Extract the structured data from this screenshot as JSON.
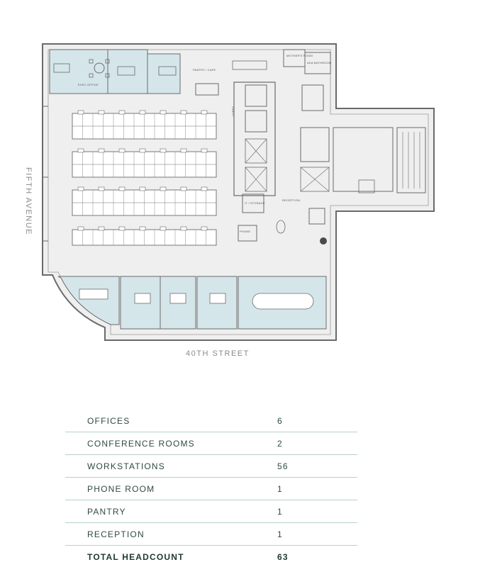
{
  "floorplan": {
    "street_bottom": "40TH STREET",
    "street_left": "FIFTH AVENUE",
    "room_labels": {
      "exec_office": "EXEC OFFICE",
      "pantry": "PANTRY / CAFE",
      "mothers_room": "MOTHER'S ROOM",
      "ada_bathroom": "ADA BATHROOM",
      "lobby": "LOBBY",
      "it_storage": "IT / STORAGE",
      "reception": "RECEPTION",
      "phone": "PHONE"
    }
  },
  "summary": {
    "rows": [
      {
        "label": "OFFICES",
        "value": "6"
      },
      {
        "label": "CONFERENCE ROOMS",
        "value": "2"
      },
      {
        "label": "WORKSTATIONS",
        "value": "56"
      },
      {
        "label": "PHONE ROOM",
        "value": "1"
      },
      {
        "label": "PANTRY",
        "value": "1"
      },
      {
        "label": "RECEPTION",
        "value": "1"
      }
    ],
    "total": {
      "label": "TOTAL HEADCOUNT",
      "value": "63"
    }
  },
  "colors": {
    "floor": "#efefef",
    "room_fill": "#d5e6ea",
    "wall": "#6a6a6a",
    "table_text": "#2f4a3d",
    "table_rule": "#b7d1c6"
  }
}
